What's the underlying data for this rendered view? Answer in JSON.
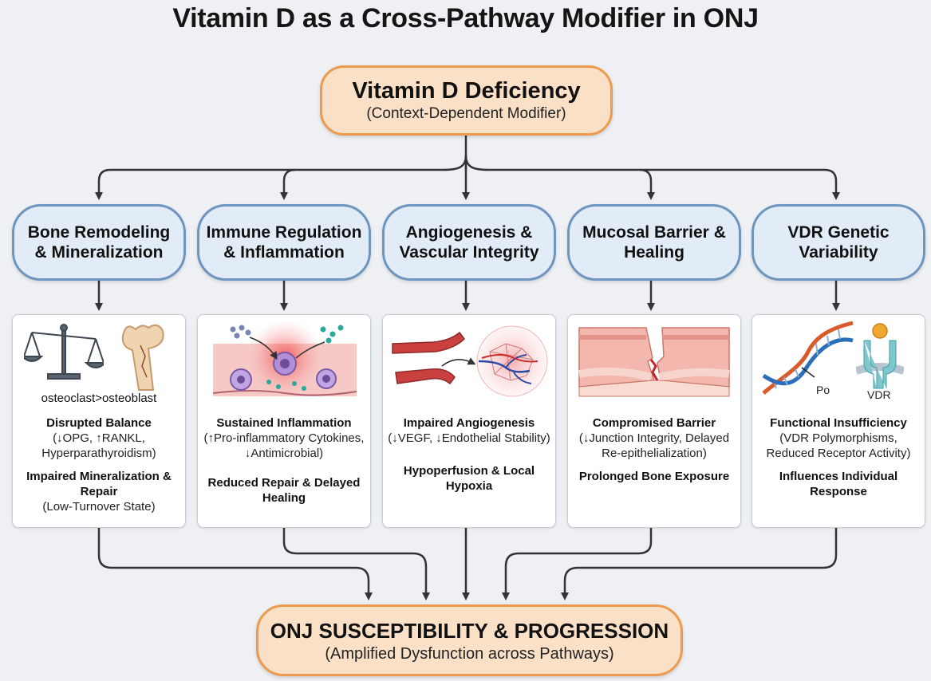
{
  "title": "Vitamin D as a Cross-Pathway Modifier in ONJ",
  "top": {
    "main": "Vitamin D Deficiency",
    "sub": "(Context-Dependent Modifier)"
  },
  "pathways": [
    {
      "label": "Bone Remodeling & Mineralization",
      "caption": "osteoclast>osteoblast",
      "heading1": "Disrupted Balance",
      "body1": "(↓OPG, ↑RANKL, Hyperparathyroidism)",
      "heading2": "Impaired Mineralization & Repair",
      "body2": "(Low-Turnover State)"
    },
    {
      "label": "Immune Regulation & Inflammation",
      "heading1": "Sustained Inflammation",
      "body1": "(↑Pro-inflammatory Cytokines, ↓Antimicrobial)",
      "heading2": "Reduced Repair & Delayed Healing"
    },
    {
      "label": "Angiogenesis & Vascular Integrity",
      "heading1": "Impaired Angiogenesis",
      "body1": "(↓VEGF, ↓Endothelial Stability)",
      "heading2": "Hypoperfusion & Local Hypoxia"
    },
    {
      "label": "Mucosal Barrier & Healing",
      "heading1": "Compromised Barrier",
      "body1": "(↓Junction Integrity, Delayed Re-epithelialization)",
      "heading2": "Prolonged Bone Exposure"
    },
    {
      "label": "VDR Genetic Variability",
      "heading1": "Functional Insufficiency",
      "body1": "(VDR Polymorphisms, Reduced Receptor Activity)",
      "heading2": "Influences Individual Response",
      "label_po": "Po",
      "label_vdr": "VDR"
    }
  ],
  "bottom": {
    "main": "ONJ SUSCEPTIBILITY & PROGRESSION",
    "sub": "(Amplified Dysfunction across Pathways)"
  },
  "colors": {
    "orange_border": "#ec9a4e",
    "orange_fill": "#fbe0c8",
    "blue_border": "#6d95bf",
    "blue_fill": "#e2ecf7",
    "arrow": "#333333"
  }
}
